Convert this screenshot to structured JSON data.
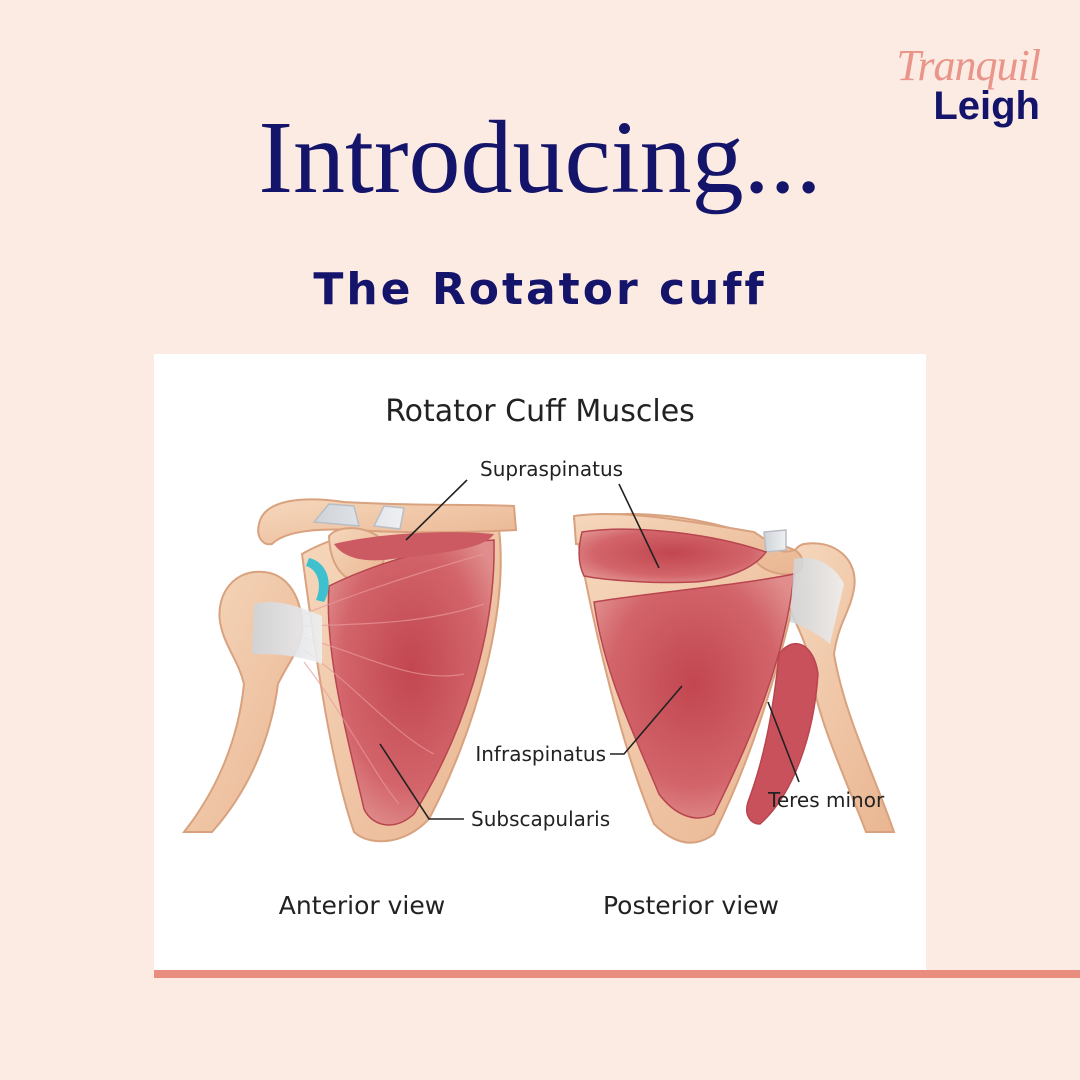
{
  "brand": {
    "top": "Tranquil",
    "bottom": "Leigh"
  },
  "headline": "Introducing...",
  "subheadline": "The Rotator cuff",
  "diagram": {
    "title": "Rotator Cuff Muscles",
    "labels": {
      "supraspinatus": "Supraspinatus",
      "infraspinatus": "Infraspinatus",
      "subscapularis": "Subscapularis",
      "teres_minor": "Teres minor"
    },
    "views": {
      "anterior": "Anterior view",
      "posterior": "Posterior view"
    }
  },
  "colors": {
    "background": "#fbebe2",
    "navy": "#14146b",
    "accent": "#e98e7f",
    "muscle": "#c9515b",
    "bone": "#f2c9a8",
    "cartilage": "#3ec0cf"
  }
}
